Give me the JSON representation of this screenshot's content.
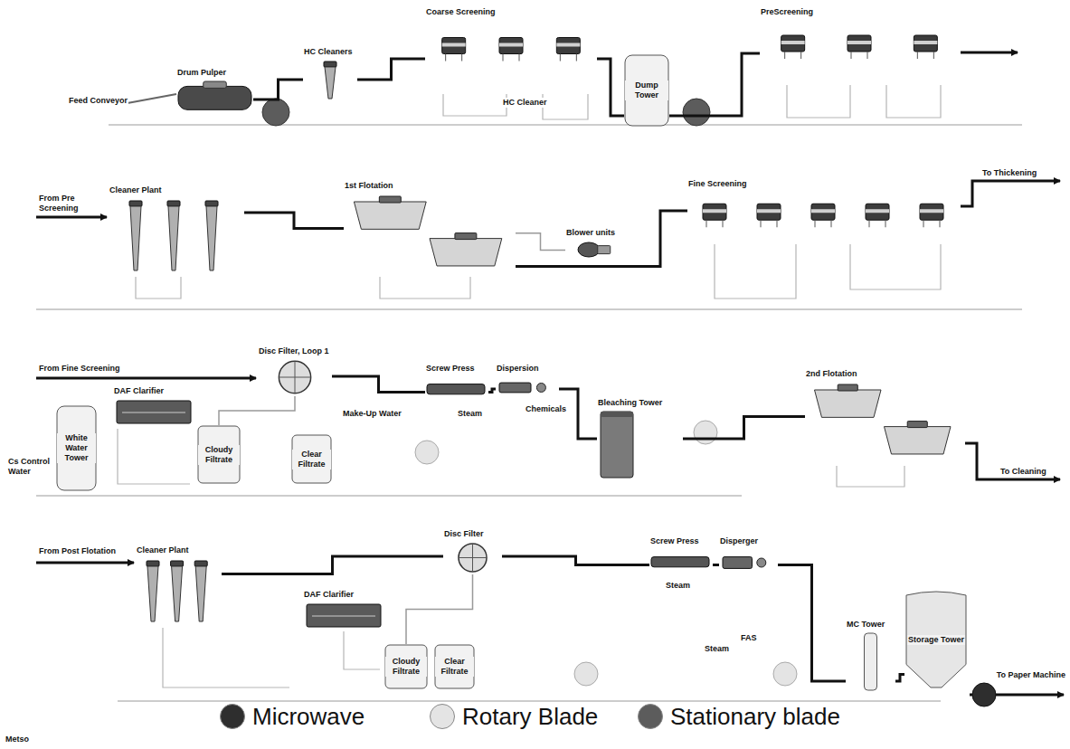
{
  "diagram": {
    "nodes": [
      {
        "text": [
          "Drum Pulper"
        ]
      },
      {
        "text": [
          "HC Cleaners"
        ]
      },
      {
        "text": [
          "Coarse Screening"
        ]
      },
      {
        "text": [
          "Dump Tower"
        ]
      },
      {
        "text": [
          "PreScreening"
        ]
      },
      {
        "text": [
          "Cleaner Plant"
        ]
      },
      {
        "text": [
          "1st Flotation"
        ]
      },
      {
        "text": [
          "Blower units"
        ]
      },
      {
        "text": [
          "Fine Screening"
        ]
      },
      {
        "text": [
          "Disc Filter, Loop 1"
        ]
      },
      {
        "text": [
          "DAF Clarifier"
        ]
      },
      {
        "text": [
          "White Water Tower"
        ]
      },
      {
        "text": [
          "Cloudy Filtrate"
        ]
      },
      {
        "text": [
          "Clear Filtrate"
        ]
      },
      {
        "text": [
          "Screw Press"
        ]
      },
      {
        "text": [
          "Dispersion"
        ]
      },
      {
        "text": [
          "Bleaching Tower"
        ]
      },
      {
        "text": [
          "2nd Flotation"
        ]
      },
      {
        "text": [
          "Cleaner Plant"
        ]
      },
      {
        "text": [
          "DAF Clarifier"
        ]
      },
      {
        "text": [
          "Disc Filter"
        ]
      },
      {
        "text": [
          "Cloudy Filtrate"
        ]
      },
      {
        "text": [
          "Clear Filtrate"
        ]
      },
      {
        "text": [
          "Screw Press"
        ]
      },
      {
        "text": [
          "Disperger"
        ]
      },
      {
        "text": [
          "MC Tower"
        ]
      },
      {
        "text": [
          "Storage Tower"
        ]
      }
    ],
    "edges": [
      {
        "from": 0,
        "to": 1,
        "arrow": "none"
      },
      {
        "from": 1,
        "to": 2,
        "arrow": "none"
      },
      {
        "from": 2,
        "to": 3,
        "arrow": "none"
      },
      {
        "from": 3,
        "to": 4,
        "arrow": "none"
      },
      {
        "from": 5,
        "to": 6,
        "arrow": "none"
      },
      {
        "from": 6,
        "to": 8,
        "arrow": "none"
      },
      {
        "from": 7,
        "to": 6,
        "arrow": "none"
      },
      {
        "from": 9,
        "to": 14,
        "arrow": "none"
      },
      {
        "from": 14,
        "to": 15,
        "arrow": "none"
      },
      {
        "from": 15,
        "to": 16,
        "arrow": "none"
      },
      {
        "from": 16,
        "to": 17,
        "arrow": "none"
      },
      {
        "from": 9,
        "to": 12,
        "arrow": "none"
      },
      {
        "from": 18,
        "to": 20,
        "arrow": "none"
      },
      {
        "from": 20,
        "to": 23,
        "arrow": "none"
      },
      {
        "from": 23,
        "to": 24,
        "arrow": "none"
      },
      {
        "from": 24,
        "to": 25,
        "arrow": "none"
      },
      {
        "from": 25,
        "to": 26,
        "arrow": "none"
      },
      {
        "from": 20,
        "to": 21,
        "arrow": "none"
      }
    ],
    "labels": [
      "Feed Conveyor",
      "HC Cleaner",
      "From Pre Screening",
      "To Thickening",
      "From Fine Screening",
      "Cs Control Water",
      "Make-Up Water",
      "Steam",
      "Chemicals",
      "To Cleaning",
      "From Post Flotation",
      "Steam",
      "Steam",
      "FAS",
      "To Paper Machine",
      "Metso"
    ],
    "legend": [
      {
        "text": "Microwave",
        "color": "#2e2e2e"
      },
      {
        "text": "Rotary Blade",
        "color": "#e4e4e4"
      },
      {
        "text": "Stationary blade",
        "color": "#5c5c5c"
      }
    ]
  }
}
